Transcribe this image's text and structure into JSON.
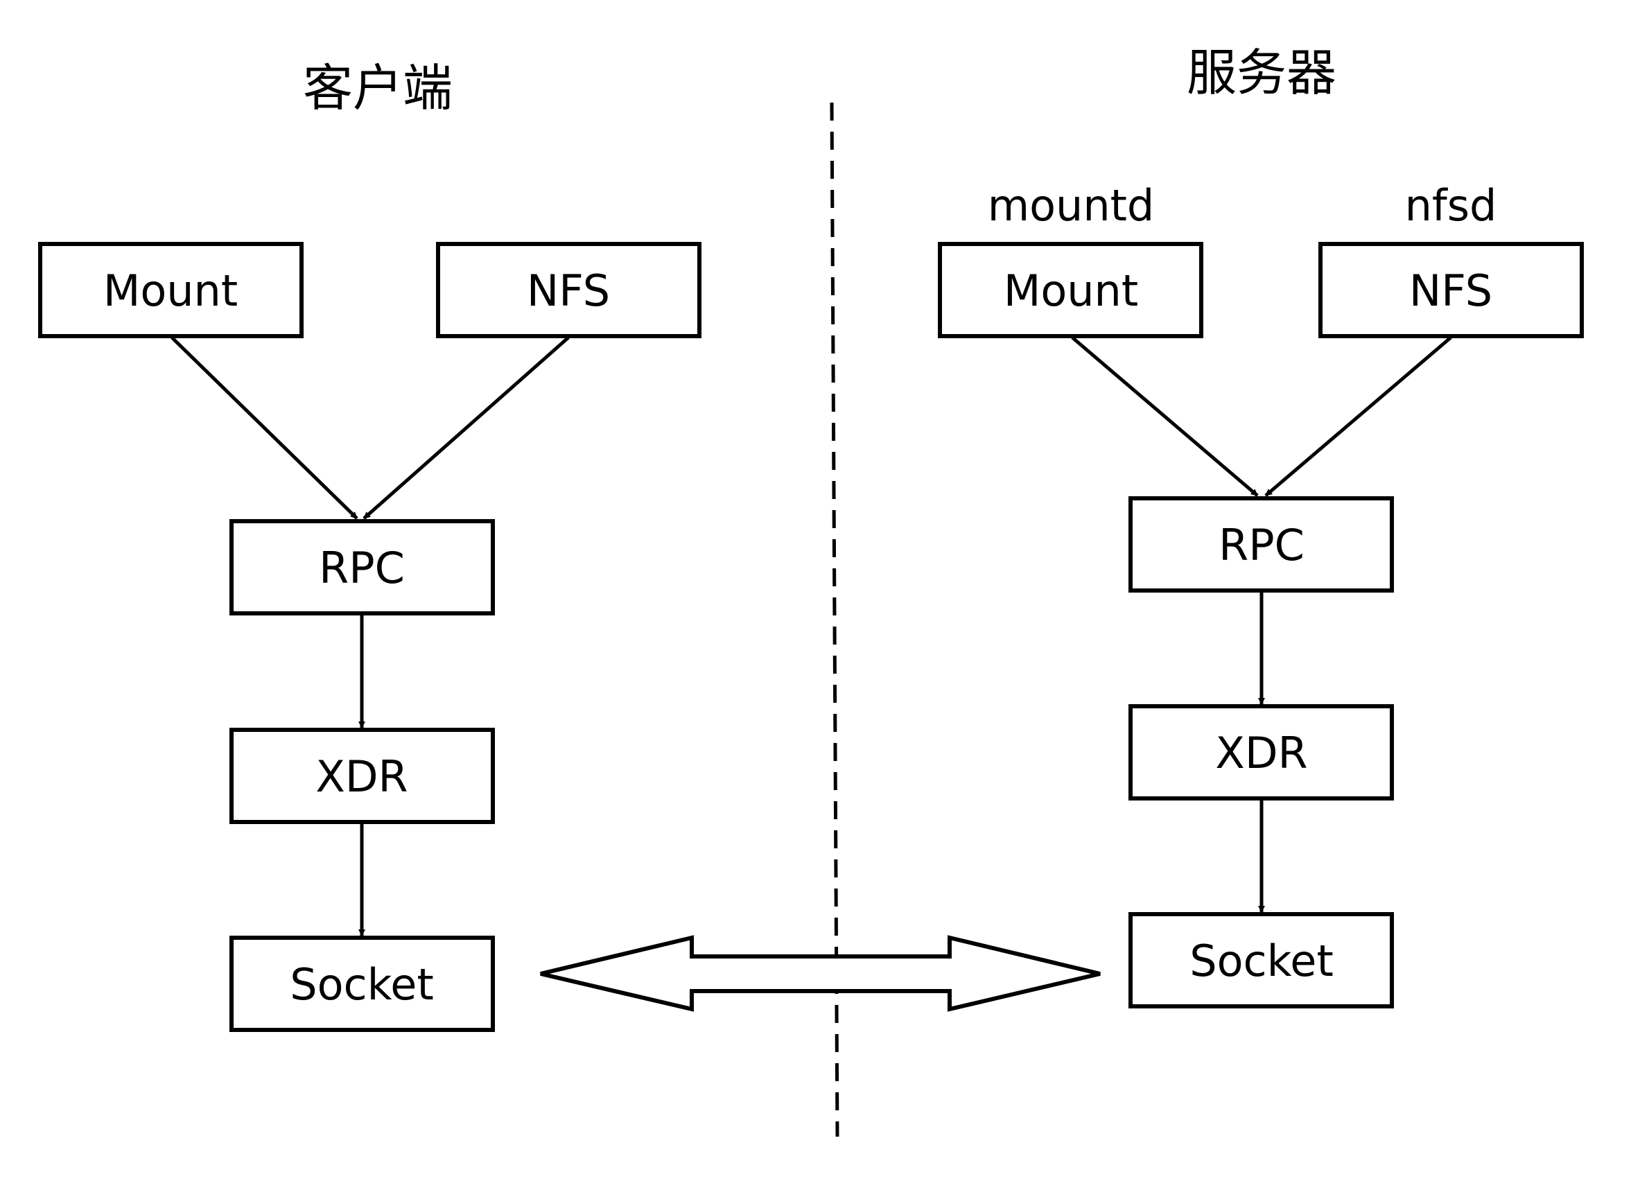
{
  "client": {
    "heading": "客户端",
    "mount": "Mount",
    "nfs": "NFS",
    "rpc": "RPC",
    "xdr": "XDR",
    "socket": "Socket"
  },
  "server": {
    "heading": "服务器",
    "mountd_label": "mountd",
    "nfsd_label": "nfsd",
    "mount": "Mount",
    "nfs": "NFS",
    "rpc": "RPC",
    "xdr": "XDR",
    "socket": "Socket"
  }
}
